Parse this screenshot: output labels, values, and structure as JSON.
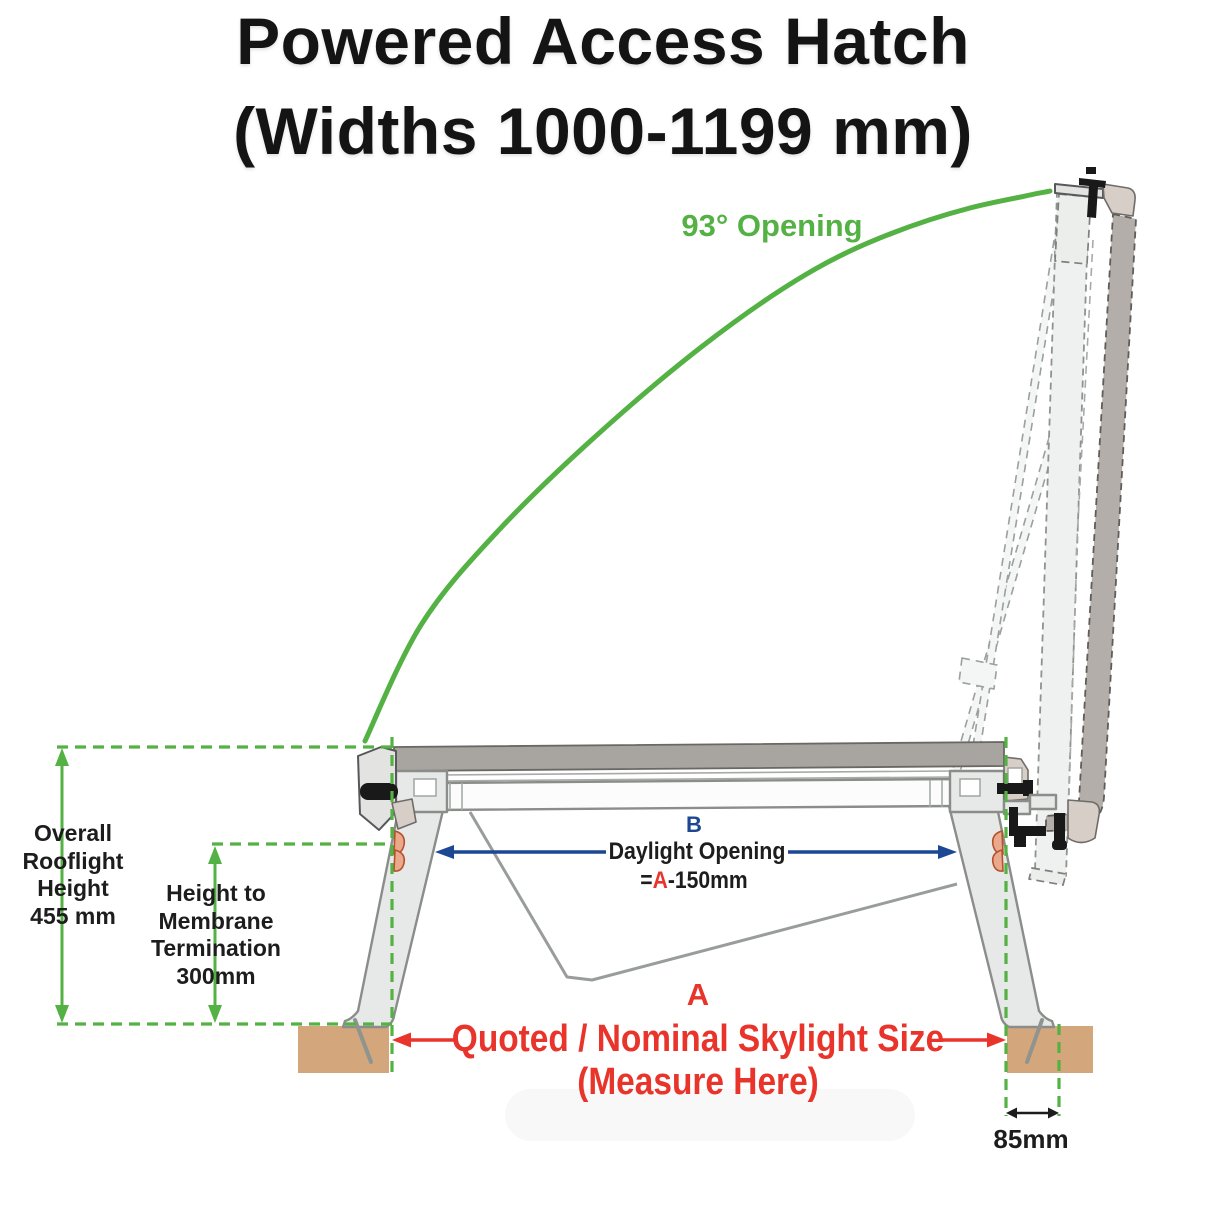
{
  "title": {
    "line1": "Powered Access Hatch",
    "line2": "(Widths 1000-1199 mm)"
  },
  "labels": {
    "opening_angle": "93° Opening",
    "overall_height": "Overall\nRooflight\nHeight\n455 mm",
    "membrane_height": "Height to\nMembrane\nTermination\n300mm",
    "daylight_letter": "B",
    "daylight_opening": "Daylight Opening",
    "daylight_formula_eq": "=",
    "daylight_formula_letter": "A",
    "daylight_formula_rest": "-150mm",
    "nominal_size_letter": "A",
    "nominal_size_line1": "Quoted / Nominal Skylight Size",
    "nominal_size_line2": "(Measure Here)",
    "kerb_flange_width": "85mm"
  },
  "colors": {
    "green": "#54b143",
    "blue": "#1c4793",
    "red": "#e8342a",
    "brown": "#d3a67c",
    "ink": "#1d1d1d",
    "band-gray": "#a8a4a0",
    "lid-gray": "#b3aeaa",
    "metal-light": "#e7e9e8",
    "metal-edge": "#8a8d8a",
    "taupe": "#d7cfc7",
    "orange": "#c2643c"
  }
}
